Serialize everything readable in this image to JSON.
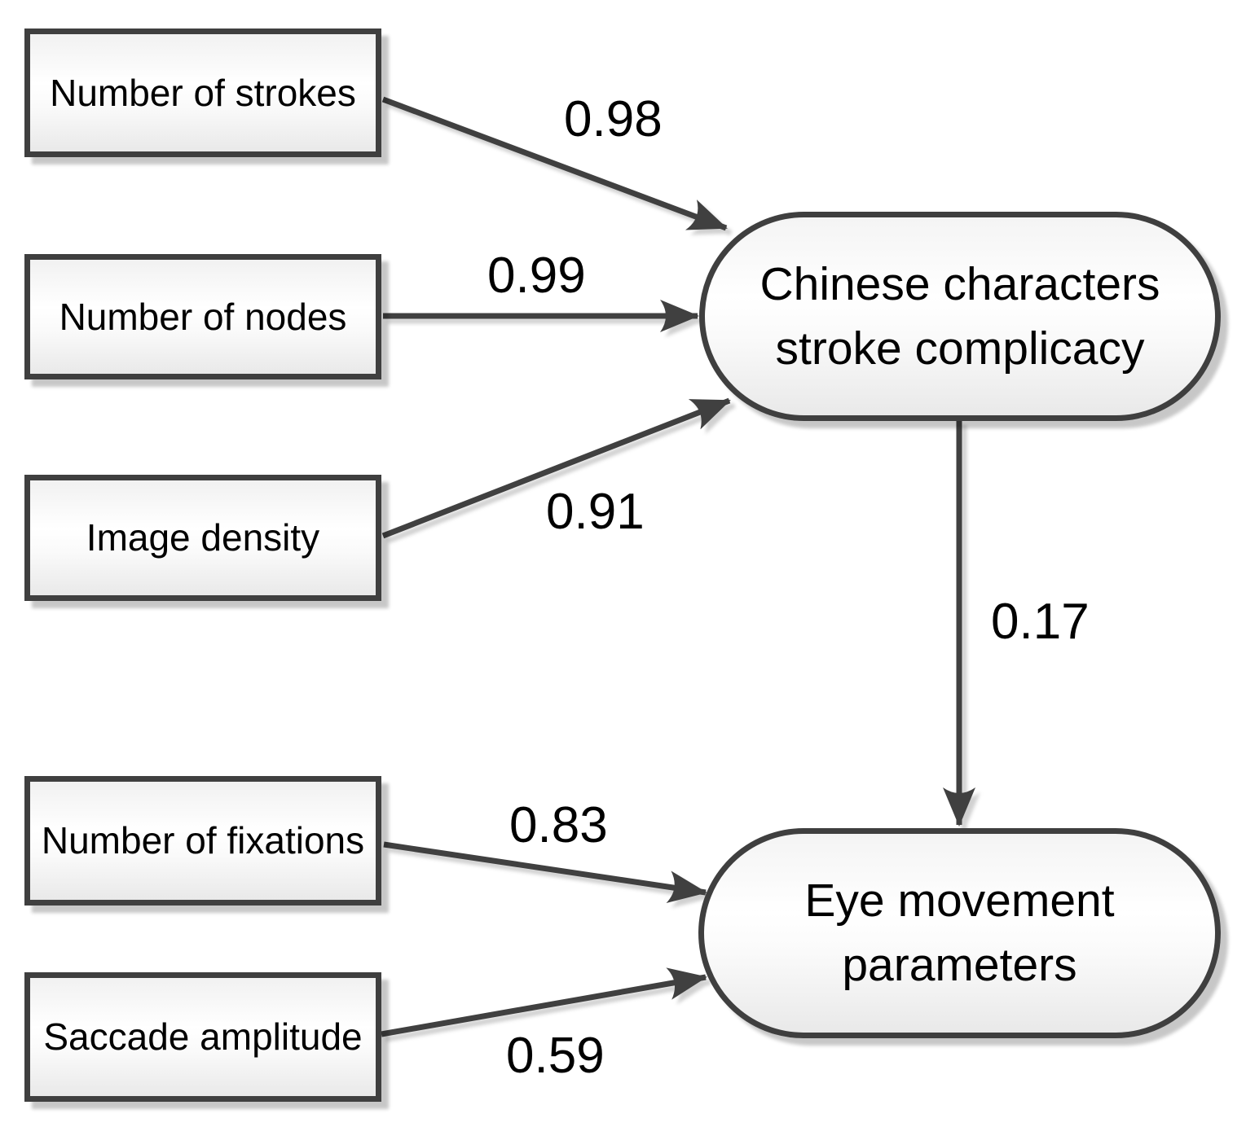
{
  "diagram": {
    "observed_variables": [
      {
        "label": "Number of strokes"
      },
      {
        "label": "Number of nodes"
      },
      {
        "label": "Image density"
      },
      {
        "label": "Number of fixations"
      },
      {
        "label": "Saccade amplitude"
      }
    ],
    "latent_variables": [
      {
        "label": "Chinese characters stroke complicacy",
        "lines": [
          "Chinese characters",
          "stroke complicacy"
        ]
      },
      {
        "label": "Eye movement parameters",
        "lines": [
          "Eye movement",
          "parameters"
        ]
      }
    ],
    "paths": [
      {
        "from": "Number of strokes",
        "to": "Chinese characters stroke complicacy",
        "weight": "0.98"
      },
      {
        "from": "Number of nodes",
        "to": "Chinese characters stroke complicacy",
        "weight": "0.99"
      },
      {
        "from": "Image density",
        "to": "Chinese characters stroke complicacy",
        "weight": "0.91"
      },
      {
        "from": "Chinese characters stroke complicacy",
        "to": "Eye movement parameters",
        "weight": "0.17"
      },
      {
        "from": "Number of fixations",
        "to": "Eye movement parameters",
        "weight": "0.83"
      },
      {
        "from": "Saccade amplitude",
        "to": "Eye movement parameters",
        "weight": "0.59"
      }
    ],
    "colors": {
      "stroke": "#404040",
      "text": "#000000",
      "background": "#ffffff",
      "box_fill_top": "#f1f1f1",
      "box_fill_bottom": "#e9e9e9"
    }
  }
}
